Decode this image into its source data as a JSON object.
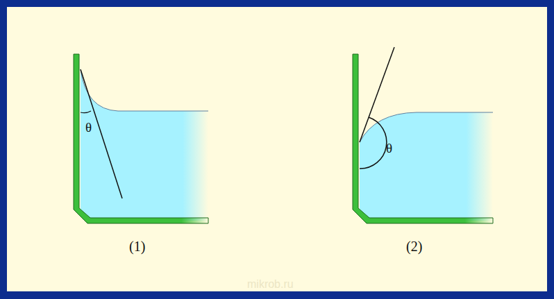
{
  "diagram": {
    "labels": [
      "θ",
      "θ",
      "(1)",
      "(2)",
      "mikrob.ru"
    ]
  }
}
